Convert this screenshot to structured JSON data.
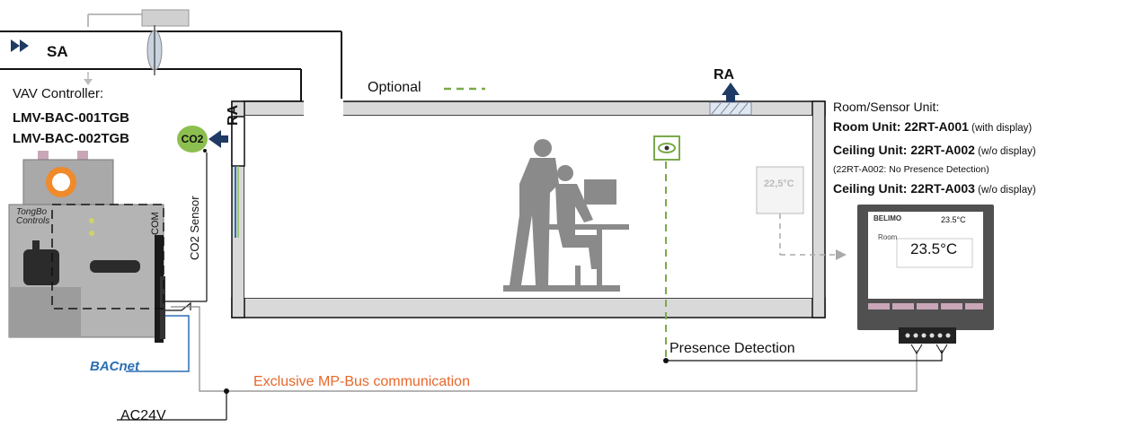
{
  "colors": {
    "duct": "#111111",
    "room_wall": "#d9d9d9",
    "co2_badge": "#8dbf50",
    "optional_dash": "#7aaa4a",
    "mp_bus_text": "#e8672a",
    "bacnet_blue": "#2b6fb3",
    "ra_arrow": "#1f3a64"
  },
  "icons": {
    "supply_air": "double-chevron-right-icon",
    "return_air": "arrow-up-icon",
    "presence_sensor": "eye-icon",
    "damper": "damper-blade-icon",
    "actuator": "damper-actuator-icon",
    "office_scene": "office-workers-silhouette-icon",
    "co2_arrow": "arrow-left-icon"
  },
  "labels": {
    "sa": "SA",
    "vav_title": "VAV Controller:",
    "vav_model_1": "LMV-BAC-001TGB",
    "vav_model_2": "LMV-BAC-002TGB",
    "co2": "CO2",
    "ra_duct": "RA",
    "optional": "Optional",
    "ra_ceiling": "RA",
    "co2_sensor": "CO2 Sensor",
    "com": "COM",
    "brand": "TongBo Controls",
    "bacnet": "BACnet",
    "presence_detection": "Presence Detection",
    "mp_bus": "Exclusive MP-Bus communication",
    "ac24v": "AC24V"
  },
  "room_sensor": {
    "title": "Room/Sensor Unit:",
    "lines": [
      {
        "name": "Room Unit:  22RT-A001",
        "note": " (with display)"
      },
      {
        "name": "Ceiling Unit: 22RT-A002",
        "note": " (w/o display)"
      },
      {
        "name": "Ceiling Unit: 22RT-A003",
        "note": " (w/o display)"
      }
    ],
    "small_note": "(22RT-A002: No Presence Detection)"
  },
  "display": {
    "brand": "BELIMO",
    "temp_small": "23.5°C",
    "room_label": "Room",
    "temp_big": "23.5°C",
    "wall_sensor_temp": "22,5°C"
  }
}
